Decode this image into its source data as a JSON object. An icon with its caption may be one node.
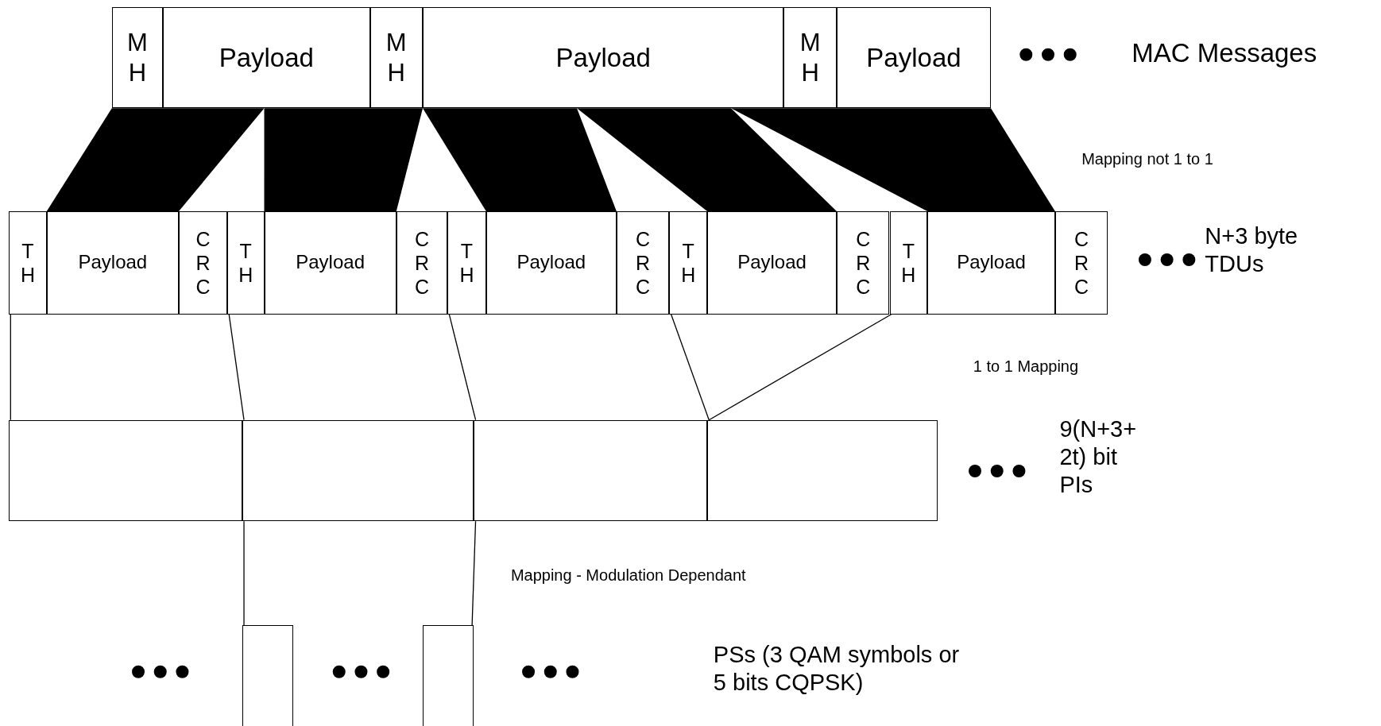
{
  "diagram": {
    "nodes": [
      {
        "text": [
          "M H"
        ]
      },
      {
        "text": [
          "Payload"
        ]
      },
      {
        "text": [
          "M H"
        ]
      },
      {
        "text": [
          "Payload"
        ]
      },
      {
        "text": [
          "M H"
        ]
      },
      {
        "text": [
          "Payload"
        ]
      },
      {
        "text": [
          "T H"
        ]
      },
      {
        "text": [
          "Payload"
        ]
      },
      {
        "text": [
          "C R C"
        ]
      },
      {
        "text": [
          "T H"
        ]
      },
      {
        "text": [
          "Payload"
        ]
      },
      {
        "text": [
          "C R C"
        ]
      },
      {
        "text": [
          "T H"
        ]
      },
      {
        "text": [
          "Payload"
        ]
      },
      {
        "text": [
          "C R C"
        ]
      },
      {
        "text": [
          "T H"
        ]
      },
      {
        "text": [
          "Payload"
        ]
      },
      {
        "text": [
          "C R C"
        ]
      },
      {
        "text": [
          "T H"
        ]
      },
      {
        "text": [
          "Payload"
        ]
      },
      {
        "text": [
          "C R C"
        ]
      },
      {
        "text": [],
        "shape": "box"
      },
      {
        "text": [],
        "shape": "box"
      },
      {
        "text": [],
        "shape": "box"
      },
      {
        "text": [],
        "shape": "box"
      },
      {
        "text": [],
        "shape": "box"
      },
      {
        "text": [],
        "shape": "box"
      }
    ],
    "edges": [
      {
        "from": 6,
        "to": 21,
        "arrow": "none"
      },
      {
        "from": 9,
        "to": 22,
        "arrow": "none"
      },
      {
        "from": 12,
        "to": 23,
        "arrow": "none"
      },
      {
        "from": 15,
        "to": 24,
        "arrow": "none"
      },
      {
        "from": 18,
        "to": 24,
        "arrow": "none"
      },
      {
        "from": 22,
        "to": 25,
        "arrow": "none"
      },
      {
        "from": 23,
        "to": 26,
        "arrow": "none"
      }
    ],
    "labels": [
      "MAC Messages",
      "Mapping not 1 to 1",
      "N+3 byte TDUs",
      "1 to 1 Mapping",
      "9(N+3+ 2t) bit PIs",
      "Mapping - Modulation Dependant",
      "PSs (3 QAM symbols or 5 bits CQPSK)"
    ]
  }
}
